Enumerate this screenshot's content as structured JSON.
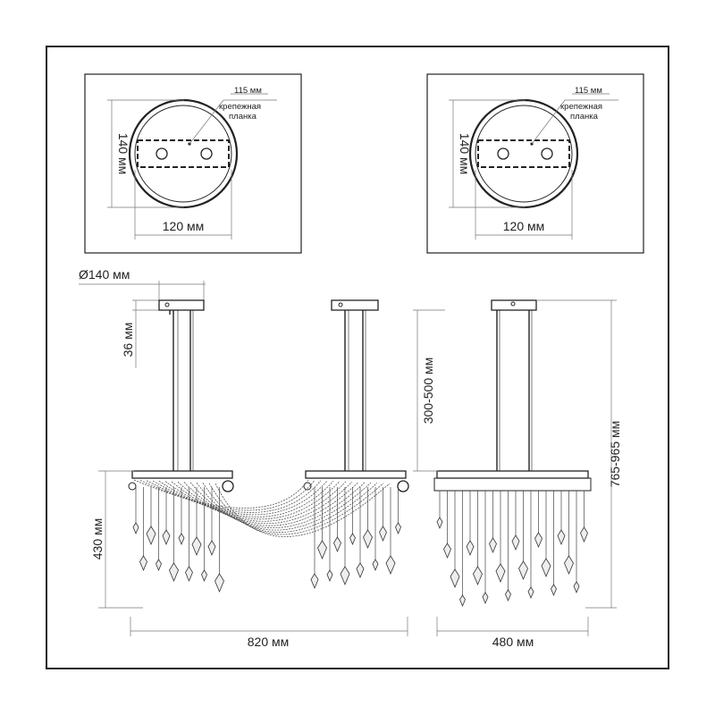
{
  "top_view_left": {
    "height_label": "140 мм",
    "width_label": "120 мм",
    "plate_size_label": "115 мм",
    "plate_name_line1": "крепежная",
    "plate_name_line2": "планка"
  },
  "top_view_right": {
    "height_label": "140 мм",
    "width_label": "120 мм",
    "plate_size_label": "115 мм",
    "plate_name_line1": "крепежная",
    "plate_name_line2": "планка"
  },
  "front_view": {
    "canopy_diameter_label": "Ø140 мм",
    "canopy_height_label": "36 мм",
    "body_height_label": "430 мм",
    "width_label": "820 мм"
  },
  "side_view": {
    "rod_length_label": "300-500 мм",
    "total_height_label": "765-965 мм",
    "width_label": "480 мм"
  }
}
